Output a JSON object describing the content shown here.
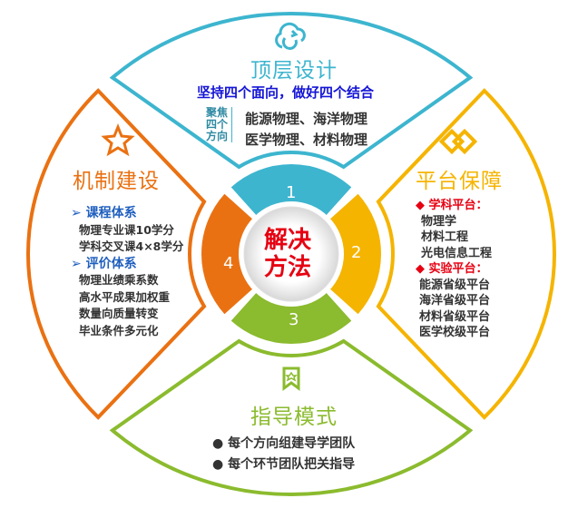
{
  "colors": {
    "top": "#3db5cf",
    "right": "#f5b400",
    "bottom": "#8bbb2e",
    "left": "#ea7112",
    "center_text": "#e60012"
  },
  "center": {
    "line1": "解决",
    "line2": "方法"
  },
  "ring": {
    "n1": "1",
    "n2": "2",
    "n3": "3",
    "n4": "4"
  },
  "top": {
    "icon": "cloud-refresh-icon",
    "title": "顶层设计",
    "slogan": "坚持四个面向，做好四个结合",
    "focus_label": [
      "聚焦",
      "四个",
      "方向"
    ],
    "items": [
      "能源物理、海洋物理",
      "医学物理、材料物理"
    ]
  },
  "right": {
    "icon": "linked-diamonds-icon",
    "title": "平台保障",
    "h1": "◆ 学科平台：",
    "list1": [
      "物理学",
      "材料工程",
      "光电信息工程"
    ],
    "h2": "◆ 实验平台：",
    "list2": [
      "能源省级平台",
      "海洋省级平台",
      "材料省级平台",
      "医学校级平台"
    ]
  },
  "left": {
    "icon": "star-icon",
    "title": "机制建设",
    "h1": "➢ 课程体系",
    "list1": [
      "物理专业课10学分",
      "学科交叉课4×8学分"
    ],
    "h2": "➢ 评价体系",
    "list2": [
      "物理业绩乘系数",
      "高水平成果加权重",
      "数量向质量转变",
      "毕业条件多元化"
    ]
  },
  "bottom": {
    "icon": "bookmark-star-icon",
    "title": "指导模式",
    "items": [
      "● 每个方向组建导学团队",
      "● 每个环节团队把关指导"
    ]
  }
}
